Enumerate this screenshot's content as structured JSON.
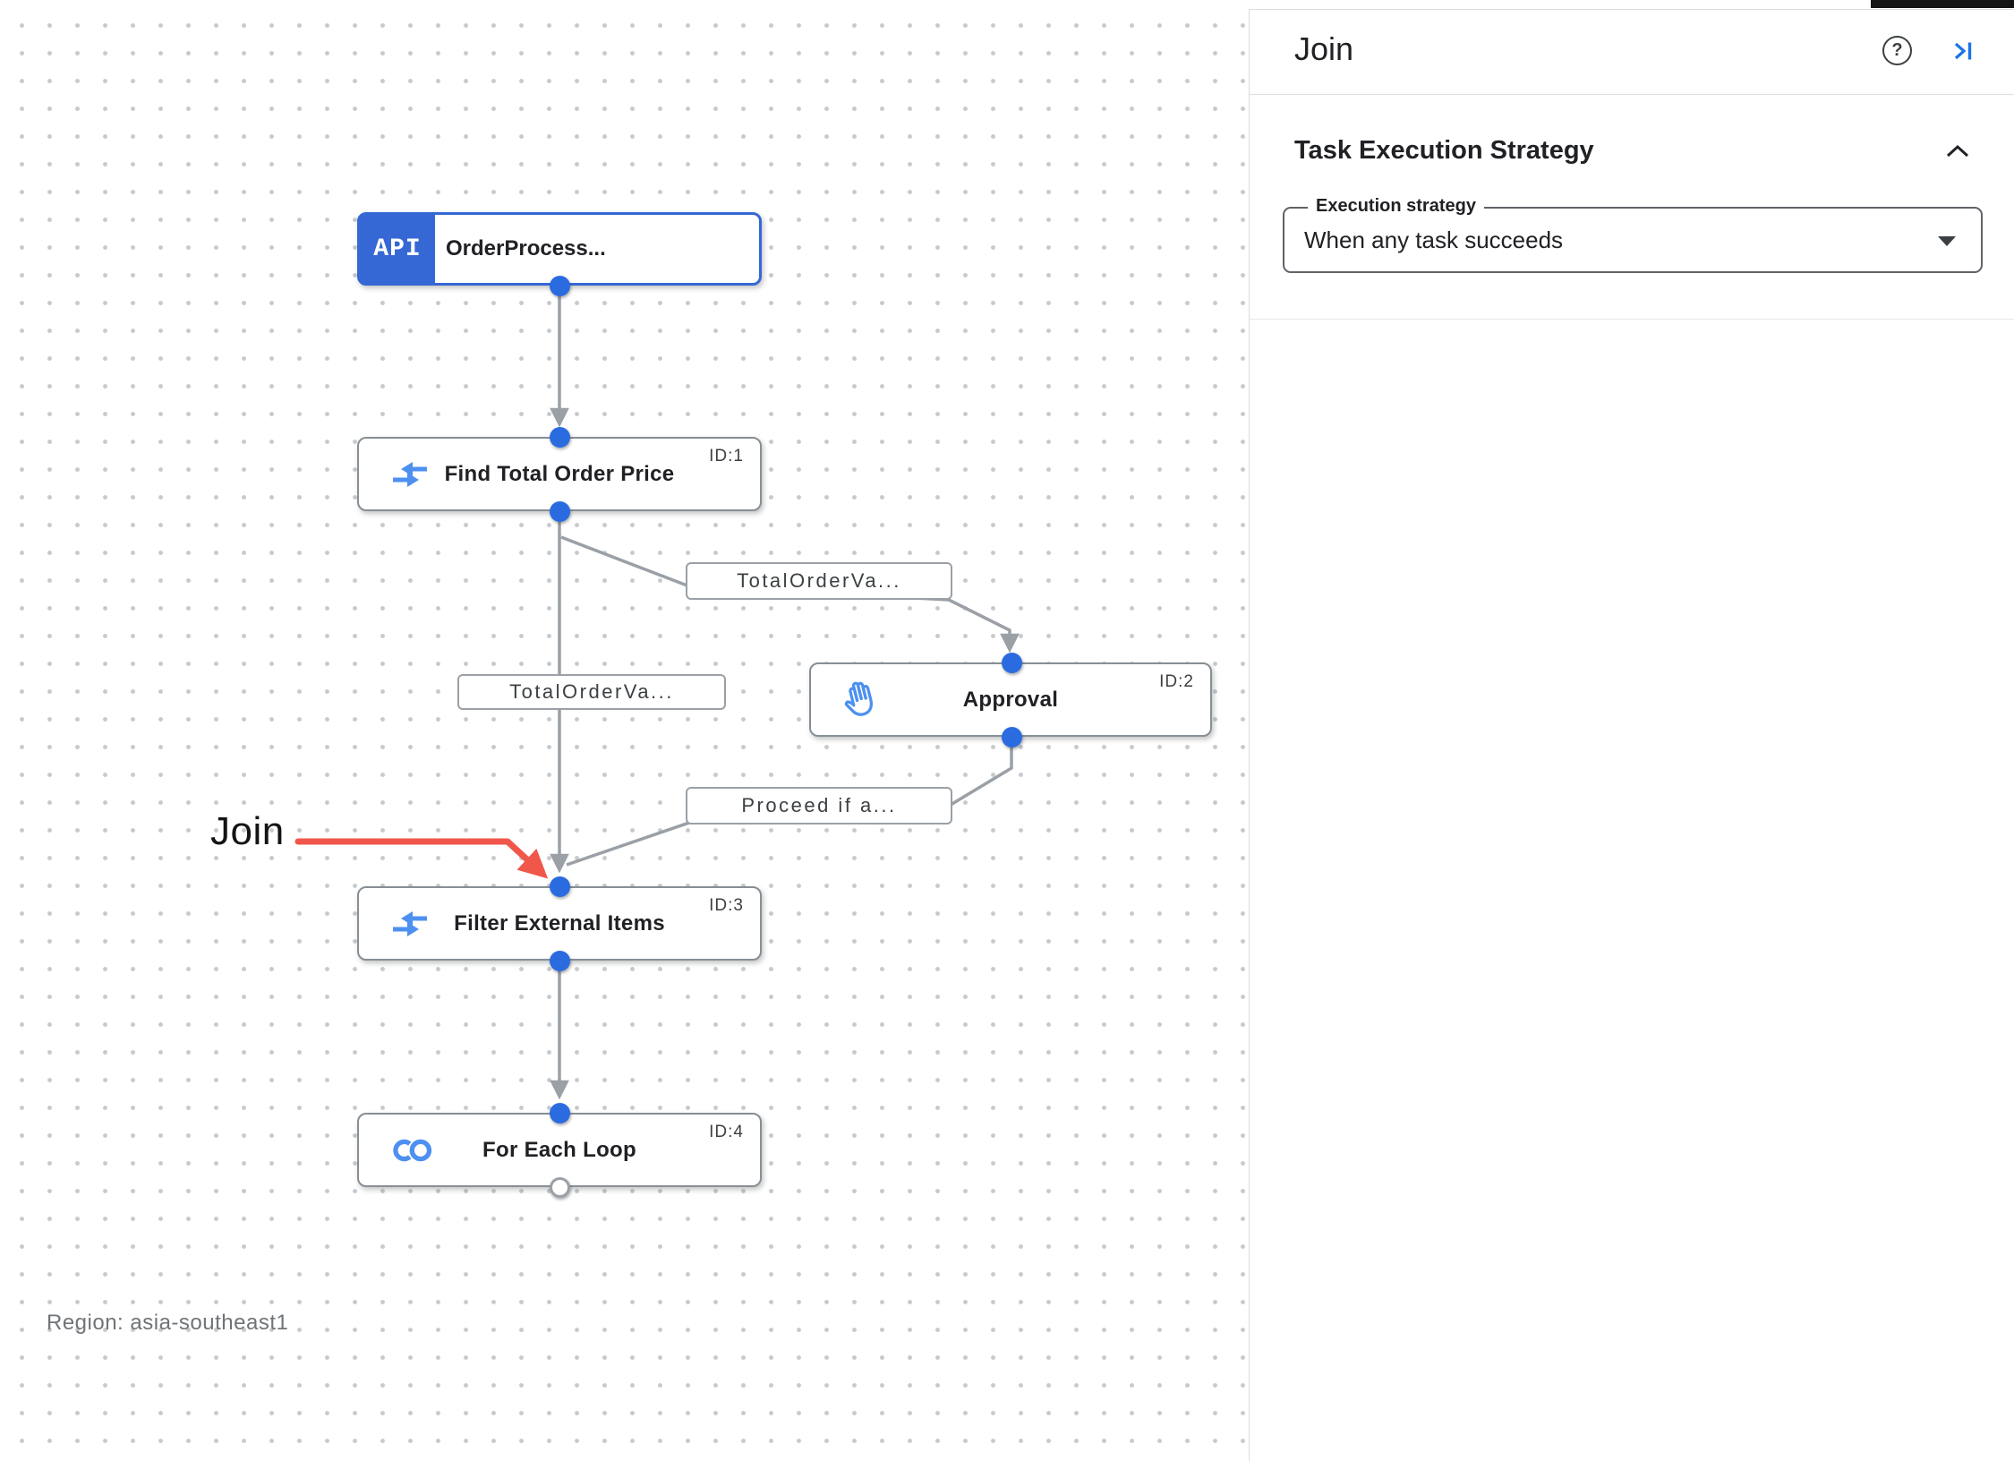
{
  "panel": {
    "title": "Join",
    "help_glyph": "?",
    "section": {
      "title": "Task Execution Strategy",
      "field_label": "Execution strategy",
      "field_value": "When any task succeeds"
    }
  },
  "canvas": {
    "nodes": [
      {
        "badge": "API",
        "title": "OrderProcess..."
      },
      {
        "title": "Find Total Order Price",
        "task_id": "ID:1"
      },
      {
        "title": "Approval",
        "task_id": "ID:2"
      },
      {
        "title": "Filter External Items",
        "task_id": "ID:3"
      },
      {
        "title": "For Each Loop",
        "task_id": "ID:4"
      }
    ],
    "edge_labels": [
      {
        "text": "TotalOrderVa..."
      },
      {
        "text": "TotalOrderVa..."
      },
      {
        "text": "Proceed if a..."
      }
    ],
    "annotation": "Join",
    "region_label": "Region: asia-southeast1"
  },
  "colors": {
    "accent_blue": "#3568d4",
    "dot_blue": "#2b6be0",
    "icon_blue": "#4d90f0",
    "edge_gray": "#9aa0a6",
    "annotation_red": "#f1564a"
  }
}
